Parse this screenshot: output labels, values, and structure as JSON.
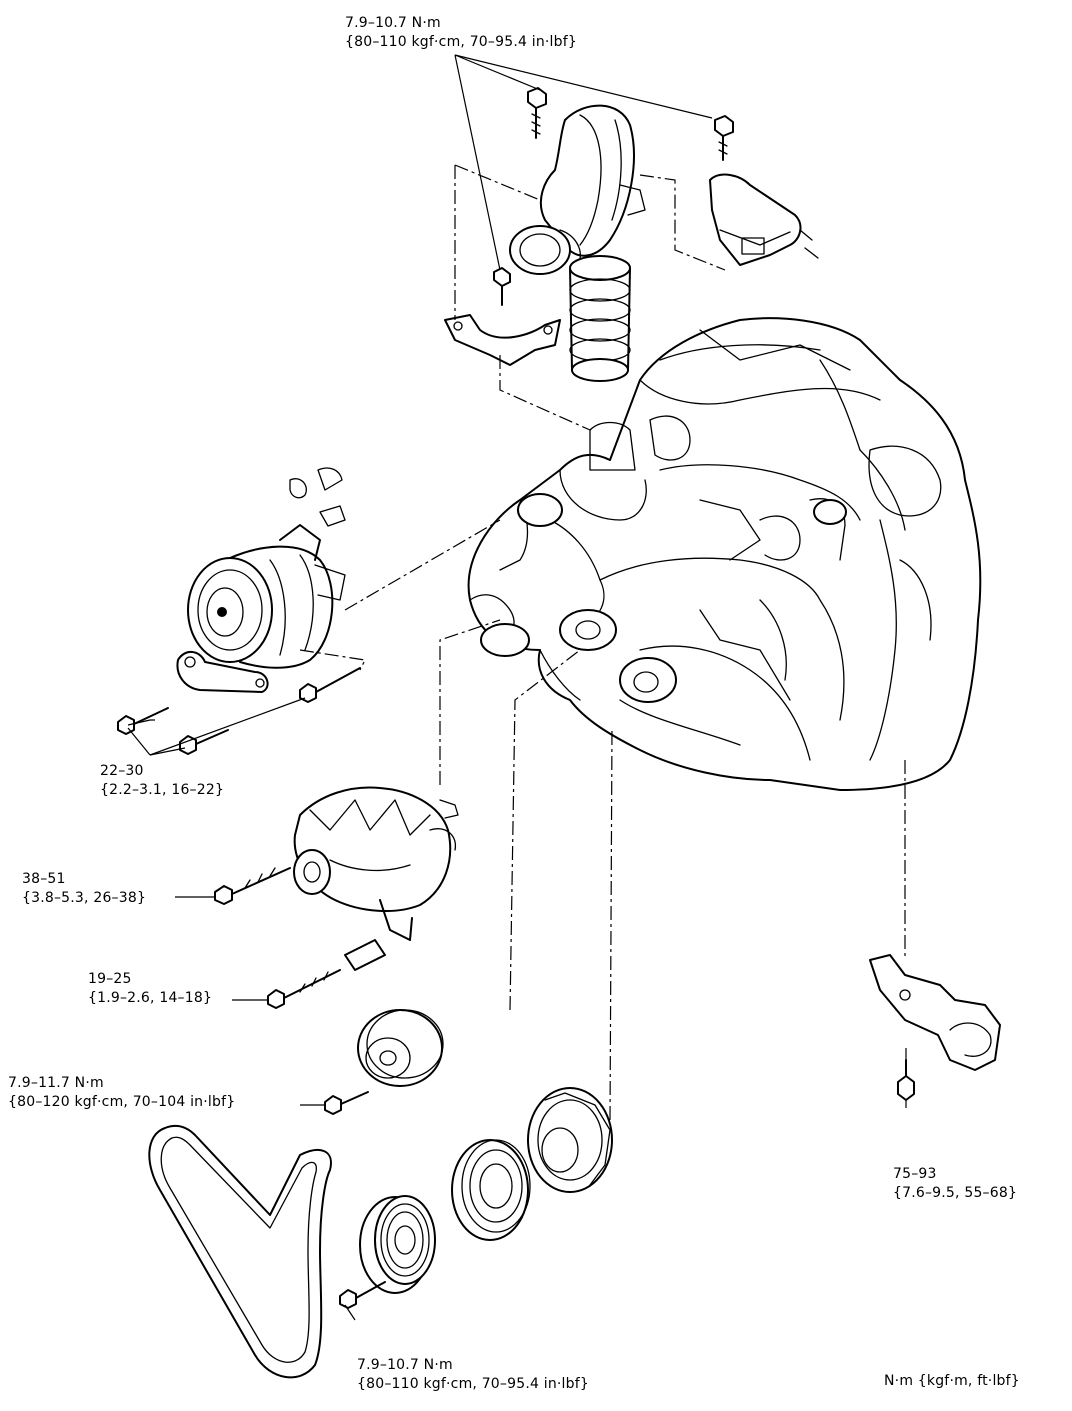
{
  "torque_labels": {
    "intake_duct": [
      "7.9–10.7 N·m",
      "{80–110 kgf·cm, 70–95.4 in·lbf}"
    ],
    "ac_compressor": [
      "22–30",
      "{2.2–3.1, 16–22}"
    ],
    "alternator_upper": [
      "38–51",
      "{3.8–5.3, 26–38}"
    ],
    "alternator_lower": [
      "19–25",
      "{1.9–2.6, 14–18}"
    ],
    "idler_pulley": [
      "7.9–11.7 N·m",
      "{80–120 kgf·cm, 70–104 in·lbf}"
    ],
    "engine_mount": [
      "75–93",
      "{7.6–9.5, 55–68}"
    ],
    "crank_pulley": [
      "7.9–10.7 N·m",
      "{80–110 kgf·cm, 70–95.4 in·lbf}"
    ]
  },
  "units_note": "N·m {kgf·m, ft·lbf}"
}
